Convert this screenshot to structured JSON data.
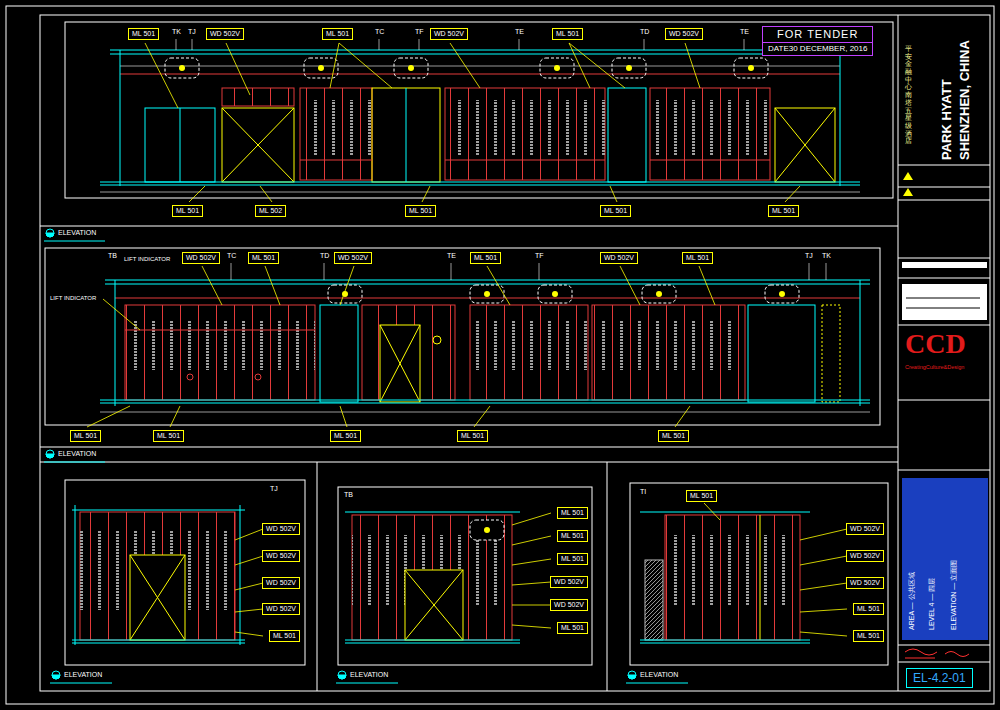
{
  "diagram": {
    "nodes": [
      {
        "text": [
          "FOR TENDER",
          "DATE30 DECEMBER, 2016"
        ]
      },
      {
        "text": [
          "EL-4.2-01"
        ]
      },
      {
        "text": [
          "ML 501"
        ]
      },
      {
        "text": [
          "WD 502V"
        ]
      },
      {
        "text": [
          "ML 501"
        ]
      },
      {
        "text": [
          "WD 502V"
        ]
      },
      {
        "text": [
          "ML 501"
        ]
      },
      {
        "text": [
          "WD 502V"
        ]
      },
      {
        "text": [
          "ML 501"
        ]
      },
      {
        "text": [
          "ML 502"
        ]
      },
      {
        "text": [
          "ML 501"
        ]
      },
      {
        "text": [
          "ML 501"
        ]
      },
      {
        "text": [
          "ML 501"
        ]
      },
      {
        "text": [
          "WD 502V"
        ]
      },
      {
        "text": [
          "ML 501"
        ]
      },
      {
        "text": [
          "WD 502V"
        ]
      },
      {
        "text": [
          "ML 501"
        ]
      },
      {
        "text": [
          "WD 502V"
        ]
      },
      {
        "text": [
          "ML 501"
        ]
      },
      {
        "text": [
          "ML 501"
        ]
      },
      {
        "text": [
          "ML 501"
        ]
      },
      {
        "text": [
          "ML 501"
        ]
      },
      {
        "text": [
          "ML 501"
        ]
      },
      {
        "text": [
          "ML 501"
        ]
      },
      {
        "text": [
          "WD 502V"
        ]
      },
      {
        "text": [
          "WD 502V"
        ]
      },
      {
        "text": [
          "WD 502V"
        ]
      },
      {
        "text": [
          "WD 502V"
        ]
      },
      {
        "text": [
          "ML 501"
        ]
      },
      {
        "text": [
          "ML 501"
        ]
      },
      {
        "text": [
          "ML 501"
        ]
      },
      {
        "text": [
          "ML 501"
        ]
      },
      {
        "text": [
          "WD 502V"
        ]
      },
      {
        "text": [
          "WD 502V"
        ]
      },
      {
        "text": [
          "ML 501"
        ]
      },
      {
        "text": [
          "ML 501"
        ]
      },
      {
        "text": [
          "WD 502V"
        ]
      },
      {
        "text": [
          "WD 502V"
        ]
      },
      {
        "text": [
          "WD 502V"
        ]
      },
      {
        "text": [
          "ML 501"
        ]
      },
      {
        "text": [
          "ML 501"
        ]
      }
    ],
    "labels": [
      "ELEVATION",
      "ELEVATION",
      "ELEVATION",
      "ELEVATION",
      "ELEVATION",
      "TK",
      "TJ",
      "TC",
      "TF",
      "TE",
      "TD",
      "TE",
      "TB",
      "TC",
      "TD",
      "TE",
      "TF",
      "TJ",
      "TK",
      "LIFT INDICATOR",
      "LIFT INDICATOR",
      "TJ",
      "TB",
      "TI",
      "PARK HYATT",
      "SHENZHEN, CHINA",
      "平安金融中心南塔五星级酒店",
      "CCD",
      "CreatingCulture&Design",
      "LEVEL 4 — 四层",
      "ELEVATION — 立面图",
      "AREA — 公共区域"
    ]
  }
}
